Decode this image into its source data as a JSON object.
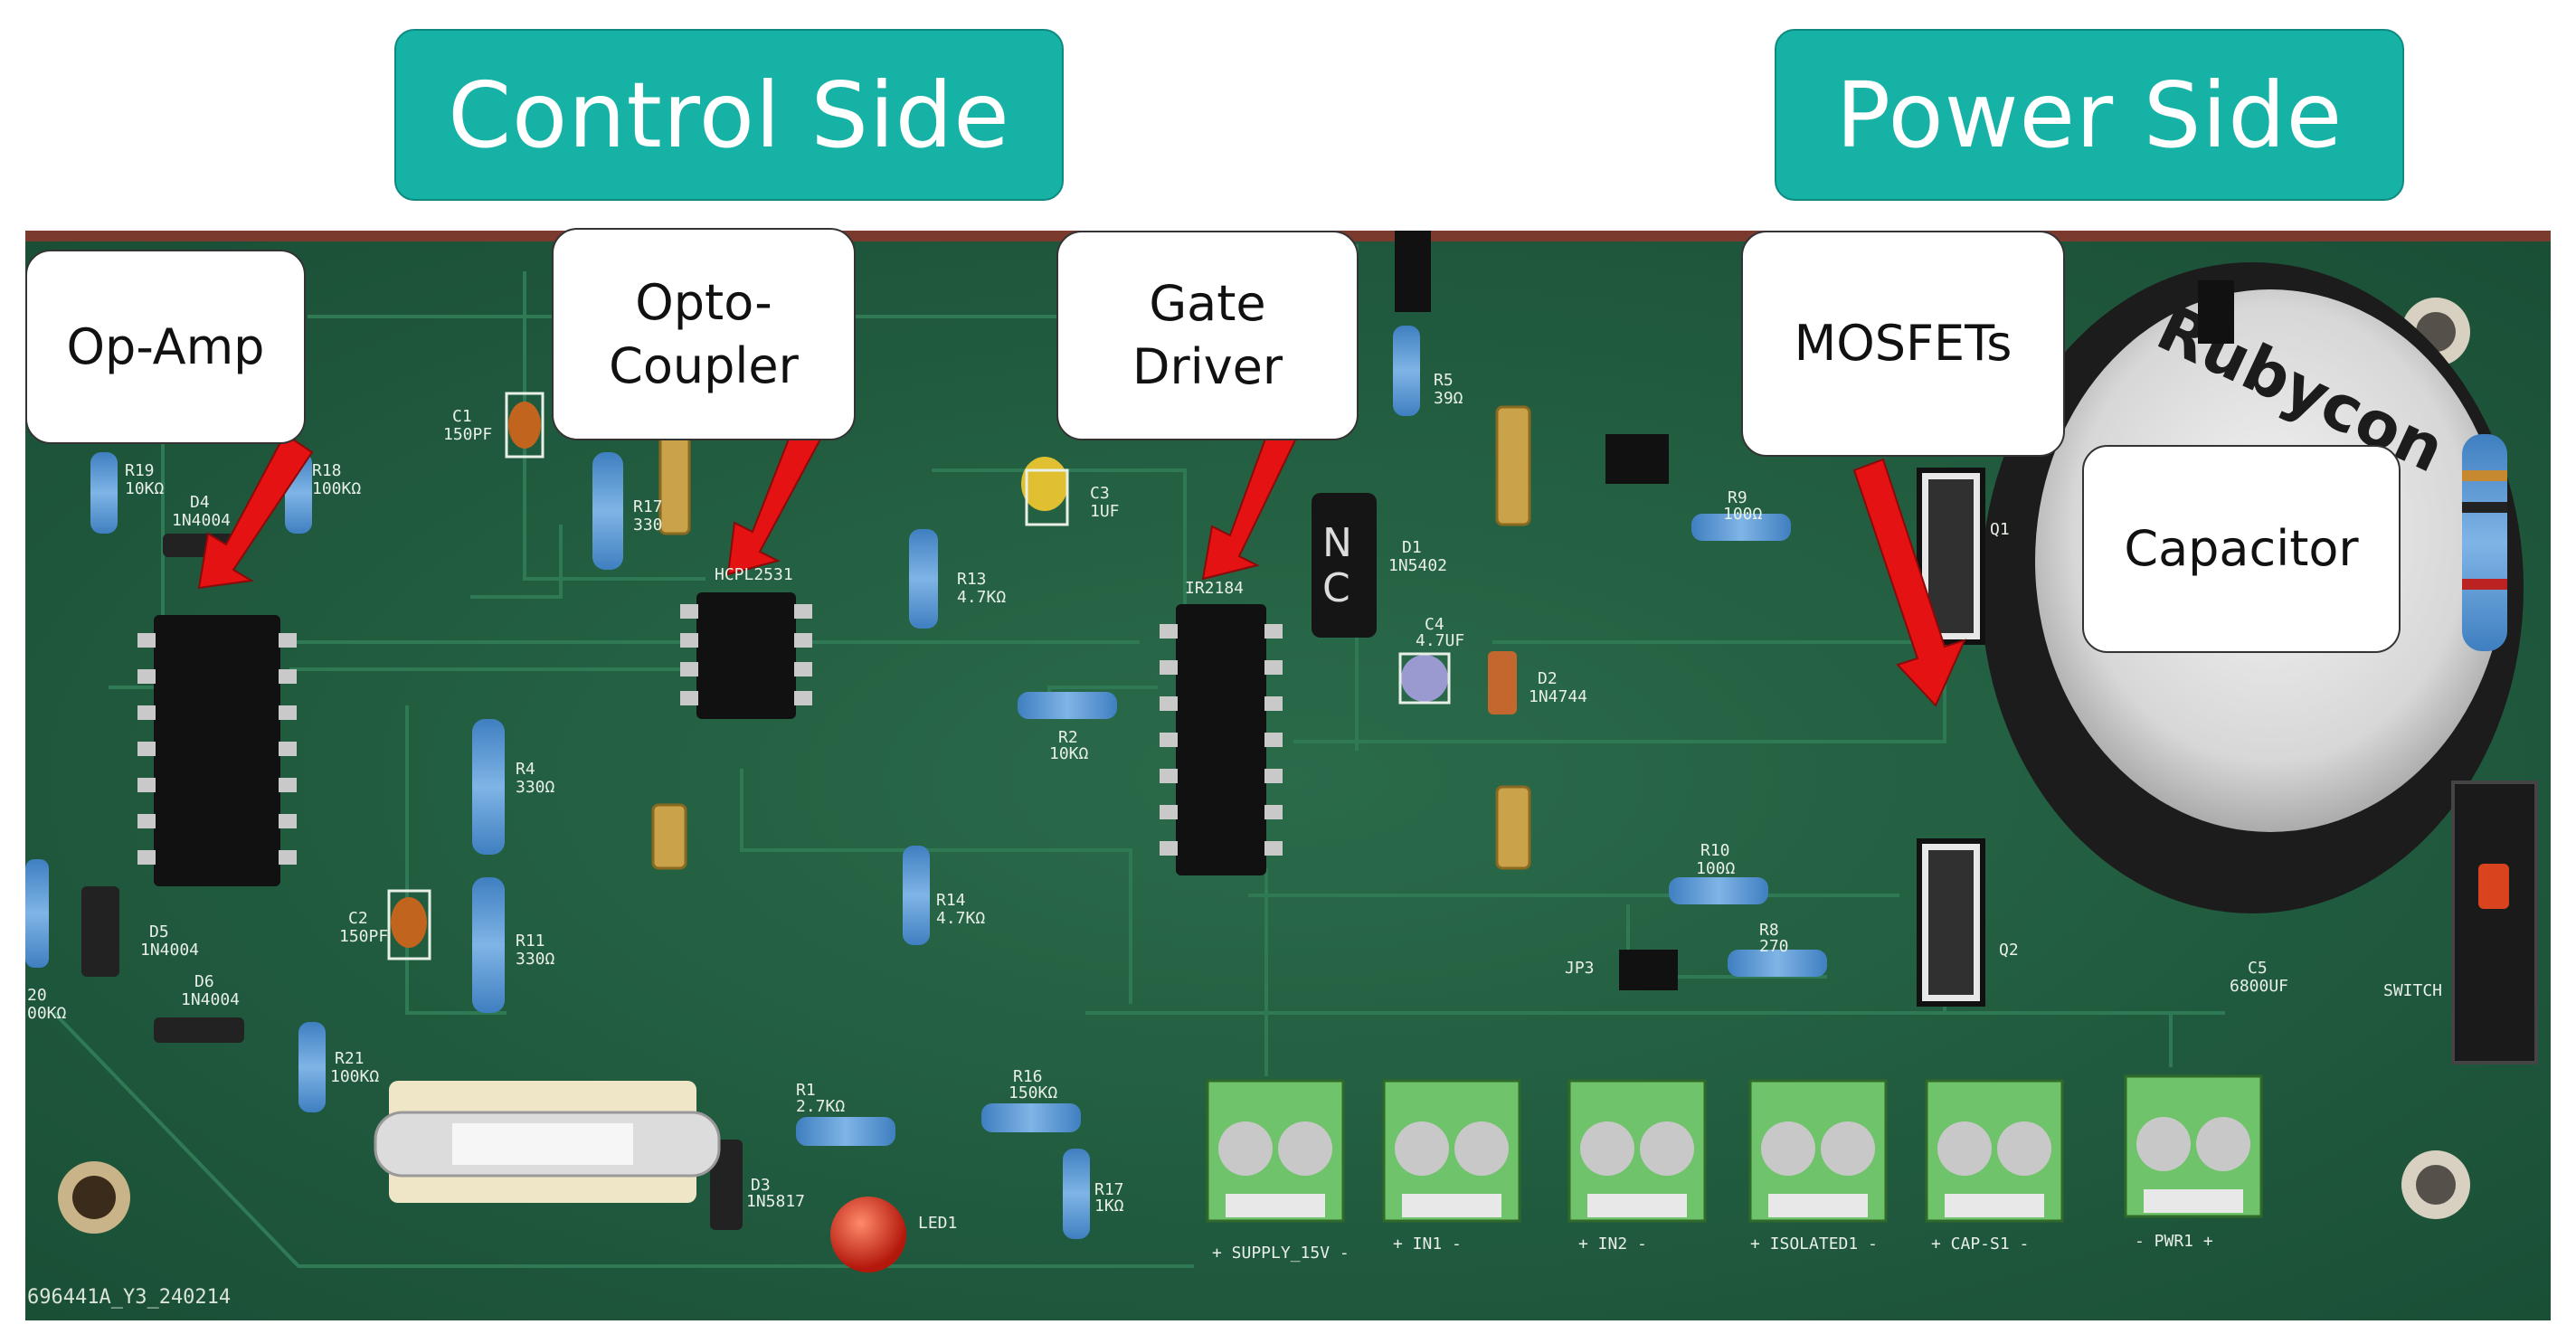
{
  "banners": {
    "control": "Control Side",
    "power": "Power Side"
  },
  "callouts": {
    "op_amp": "Op-Amp",
    "opto": "Opto-\nCoupler",
    "gate": "Gate\nDriver",
    "mosfets": "MOSFETs",
    "capacitor": "Capacitor"
  },
  "silkscreen": {
    "r19": "R19",
    "r19v": "10KΩ",
    "r18": "R18",
    "r18v": "100KΩ",
    "d4": "D4",
    "d4v": "1N4004",
    "c1": "C1",
    "c1v": "150PF",
    "r17top": "R17",
    "r17topv": "330",
    "hc": "HCPL2531",
    "r13": "R13",
    "r13v": "4.7KΩ",
    "c3": "C3",
    "c3v": "1UF",
    "ir": "IR2184",
    "d1": "D1",
    "d1v": "1N5402",
    "r5": "R5",
    "r5v": "39Ω",
    "c4": "C4",
    "c4v": "4.7UF",
    "d2": "D2",
    "d2v": "1N4744",
    "r9": "R9",
    "r9v": "100Ω",
    "q1": "Q1",
    "r2": "R2",
    "r2v": "10KΩ",
    "r4": "R4",
    "r4v": "330Ω",
    "r11": "R11",
    "r11v": "330Ω",
    "c2": "C2",
    "c2v": "150PF",
    "d5": "D5",
    "d5v": "1N4004",
    "d6": "D6",
    "d6v": "1N4004",
    "r20": "20",
    "r20v": "00KΩ",
    "r21": "R21",
    "r21v": "100KΩ",
    "r14": "R14",
    "r14v": "4.7KΩ",
    "r10": "R10",
    "r10v": "100Ω",
    "r8": "R8",
    "r8v": "270",
    "jp3": "JP3",
    "q2": "Q2",
    "c5": "C5",
    "c5v": "6800UF",
    "switch": "SWITCH",
    "r1": "R1",
    "r1v": "2.7KΩ",
    "r16": "R16",
    "r16v": "150KΩ",
    "r17": "R17",
    "r17v": "1KΩ",
    "d3": "D3",
    "d3v": "1N5817",
    "led1": "LED1",
    "t_supply": "+  SUPPLY_15V  -",
    "t_in1": "+    IN1    -",
    "t_in2": "+    IN2    -",
    "t_iso": "+  ISOLATED1  -",
    "t_cap": "+   CAP-S1   -",
    "t_pwr": "-    PWR1    +",
    "board_id": "696441A_Y3_240214"
  },
  "colors": {
    "board": "#1f5a3e",
    "banner": "#16b2a6",
    "arrow": "#e41212",
    "terminal": "#6fc36a"
  }
}
